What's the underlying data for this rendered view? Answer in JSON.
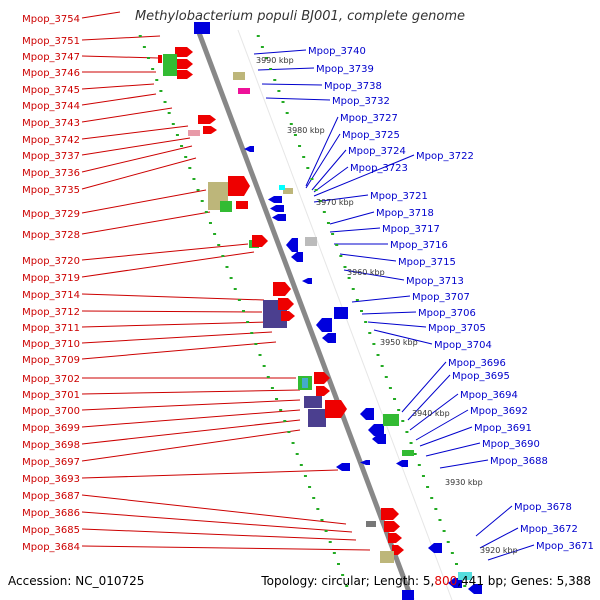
{
  "title": "Methylobacterium populi BJ001, complete genome",
  "footer": {
    "accession": "Accession: NC_010725",
    "topology_prefix": "Topology: circular; Length: 5,",
    "length_highlight": "800",
    "length_suffix": ",441 bp; Genes: 5,388"
  },
  "colors": {
    "left_labels": "#cc0000",
    "right_labels": "#0000cc",
    "backbone": "#888888",
    "dots": "#22aa22",
    "gene_red": "#ee0000",
    "gene_blue": "#0000dd",
    "gene_olive": "#bdb67a",
    "gene_green": "#33bb33",
    "gene_purple": "#4b3f8f",
    "gene_magenta": "#ee1199",
    "gene_pink": "#e89aa8"
  },
  "scale_labels": [
    "3990 kbp",
    "3980 kbp",
    "3970 kbp",
    "3960 kbp",
    "3950 kbp",
    "3940 kbp",
    "3930 kbp",
    "3920 kbp"
  ],
  "left_genes": [
    "Mpop_3754",
    "Mpop_3751",
    "Mpop_3747",
    "Mpop_3746",
    "Mpop_3745",
    "Mpop_3744",
    "Mpop_3743",
    "Mpop_3742",
    "Mpop_3737",
    "Mpop_3736",
    "Mpop_3735",
    "Mpop_3729",
    "Mpop_3728",
    "Mpop_3720",
    "Mpop_3719",
    "Mpop_3714",
    "Mpop_3712",
    "Mpop_3711",
    "Mpop_3710",
    "Mpop_3709",
    "Mpop_3702",
    "Mpop_3701",
    "Mpop_3700",
    "Mpop_3699",
    "Mpop_3698",
    "Mpop_3697",
    "Mpop_3693",
    "Mpop_3687",
    "Mpop_3686",
    "Mpop_3685",
    "Mpop_3684"
  ],
  "right_genes": [
    "Mpop_3740",
    "Mpop_3739",
    "Mpop_3738",
    "Mpop_3732",
    "Mpop_3727",
    "Mpop_3725",
    "Mpop_3724",
    "Mpop_3723",
    "Mpop_3722",
    "Mpop_3721",
    "Mpop_3718",
    "Mpop_3717",
    "Mpop_3716",
    "Mpop_3715",
    "Mpop_3713",
    "Mpop_3707",
    "Mpop_3706",
    "Mpop_3705",
    "Mpop_3704",
    "Mpop_3696",
    "Mpop_3695",
    "Mpop_3694",
    "Mpop_3692",
    "Mpop_3691",
    "Mpop_3690",
    "Mpop_3688",
    "Mpop_3678",
    "Mpop_3672",
    "Mpop_3671"
  ]
}
